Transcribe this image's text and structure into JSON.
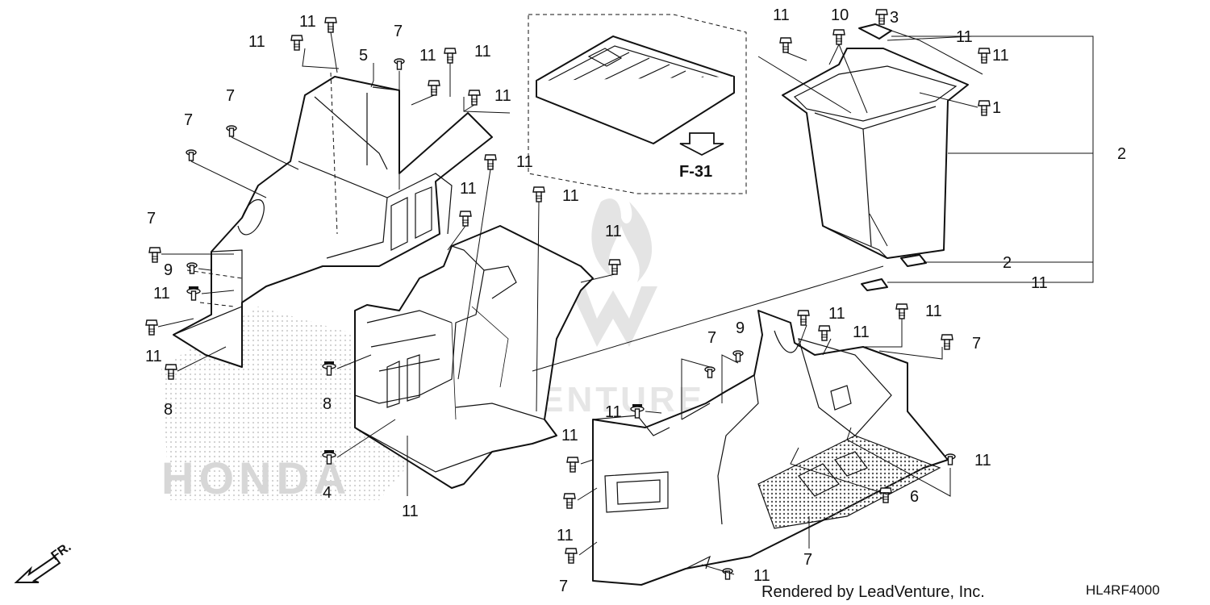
{
  "callouts": [
    {
      "id": "c11a",
      "text": "11"
    },
    {
      "id": "c11b",
      "text": "11"
    },
    {
      "id": "c5",
      "text": "5"
    },
    {
      "id": "c7a",
      "text": "7"
    },
    {
      "id": "c11c",
      "text": "11"
    },
    {
      "id": "c11d",
      "text": "11"
    },
    {
      "id": "c7b",
      "text": "7"
    },
    {
      "id": "c7c",
      "text": "7"
    },
    {
      "id": "c11e",
      "text": "11"
    },
    {
      "id": "c11f",
      "text": "11"
    },
    {
      "id": "c11g",
      "text": "11"
    },
    {
      "id": "c11h",
      "text": "11"
    },
    {
      "id": "c11i",
      "text": "11"
    },
    {
      "id": "c7d",
      "text": "7"
    },
    {
      "id": "c9a",
      "text": "9"
    },
    {
      "id": "c11j",
      "text": "11"
    },
    {
      "id": "c11k",
      "text": "11"
    },
    {
      "id": "c8a",
      "text": "8"
    },
    {
      "id": "c8b",
      "text": "8"
    },
    {
      "id": "c4",
      "text": "4"
    },
    {
      "id": "c11l",
      "text": "11"
    },
    {
      "id": "c11m",
      "text": "11"
    },
    {
      "id": "c10",
      "text": "10"
    },
    {
      "id": "c3",
      "text": "3"
    },
    {
      "id": "c11n",
      "text": "11"
    },
    {
      "id": "c11o",
      "text": "11"
    },
    {
      "id": "c1",
      "text": "1"
    },
    {
      "id": "c2a",
      "text": "2"
    },
    {
      "id": "c2b",
      "text": "2"
    },
    {
      "id": "c11p",
      "text": "11"
    },
    {
      "id": "c11q",
      "text": "11"
    },
    {
      "id": "c11r",
      "text": "11"
    },
    {
      "id": "c11s",
      "text": "11"
    },
    {
      "id": "c7e",
      "text": "7"
    },
    {
      "id": "c7f",
      "text": "7"
    },
    {
      "id": "c9b",
      "text": "9"
    },
    {
      "id": "c11t",
      "text": "11"
    },
    {
      "id": "c11u",
      "text": "11"
    },
    {
      "id": "c11v",
      "text": "11"
    },
    {
      "id": "c7g",
      "text": "7"
    },
    {
      "id": "c11w",
      "text": "11"
    },
    {
      "id": "c6",
      "text": "6"
    },
    {
      "id": "c7h",
      "text": "7"
    },
    {
      "id": "c11x",
      "text": "11"
    }
  ],
  "reference": "F-31",
  "front_label": "FR.",
  "footer": {
    "rendered_by": "Rendered by LeadVenture, Inc.",
    "diagram_code": "HL4RF4000"
  },
  "watermark": {
    "brand": "HONDA",
    "vendor": "LEADVENTURE"
  }
}
